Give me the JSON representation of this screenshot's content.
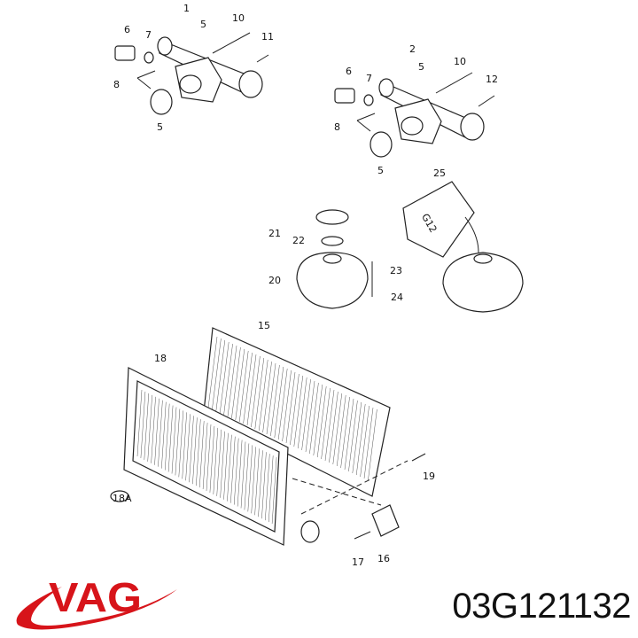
{
  "brand": {
    "logo_text": "VAG",
    "logo_color": "#d7141a"
  },
  "part_number": "03G121132",
  "callouts": {
    "flange1": [
      "1",
      "5",
      "10",
      "11",
      "6",
      "7",
      "8",
      "5"
    ],
    "flange2": [
      "2",
      "5",
      "10",
      "12",
      "6",
      "7",
      "8",
      "5"
    ],
    "tank": [
      "25",
      "21",
      "22",
      "20",
      "23",
      "24"
    ],
    "radiator": [
      "15",
      "18",
      "18A",
      "19",
      "17",
      "16"
    ]
  },
  "coolant_can_marking": "G12"
}
